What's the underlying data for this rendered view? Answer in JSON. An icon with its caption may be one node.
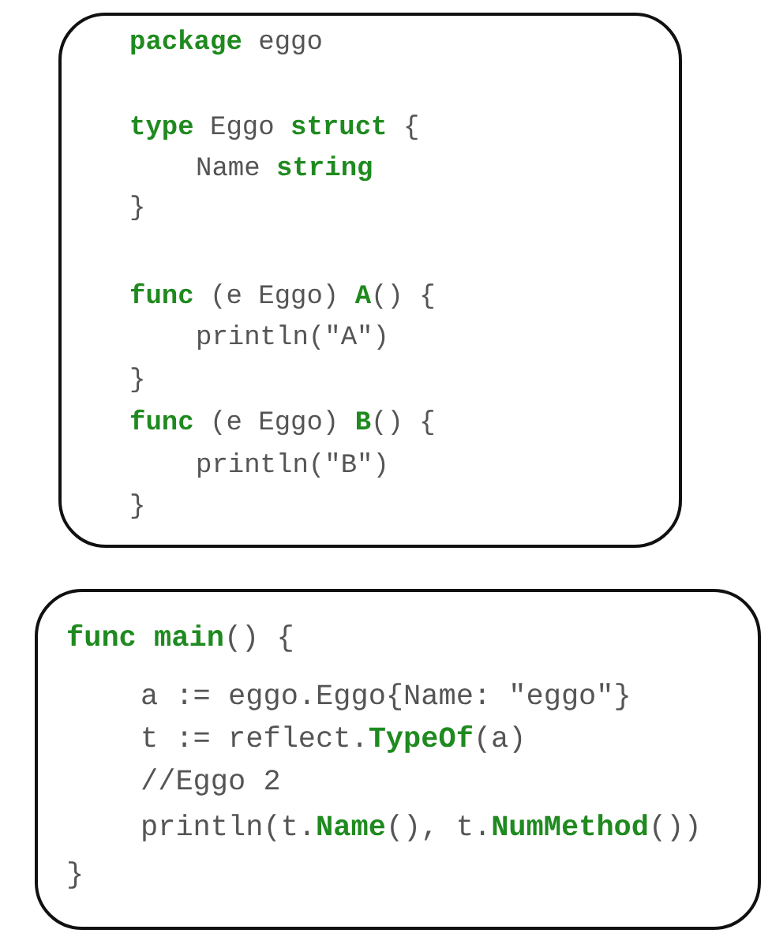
{
  "diagram": {
    "nodes": [
      {
        "text": [
          "**package** eggo",
          "**type** Eggo **struct** {",
          "Name **string**",
          "}",
          "**func** (e Eggo) **A**() {",
          "println(\"A\")",
          "}",
          "**func** (e Eggo) **B**() {",
          "println(\"B\")",
          "}"
        ]
      },
      {
        "text": [
          "**func** **main**() {",
          "a := eggo.Eggo{Name: \"eggo\"}",
          "t := reflect.**TypeOf**(a)",
          "//Eggo 2",
          "println(t.**Name**(), t.**NumMethod**())",
          "}"
        ]
      }
    ]
  }
}
